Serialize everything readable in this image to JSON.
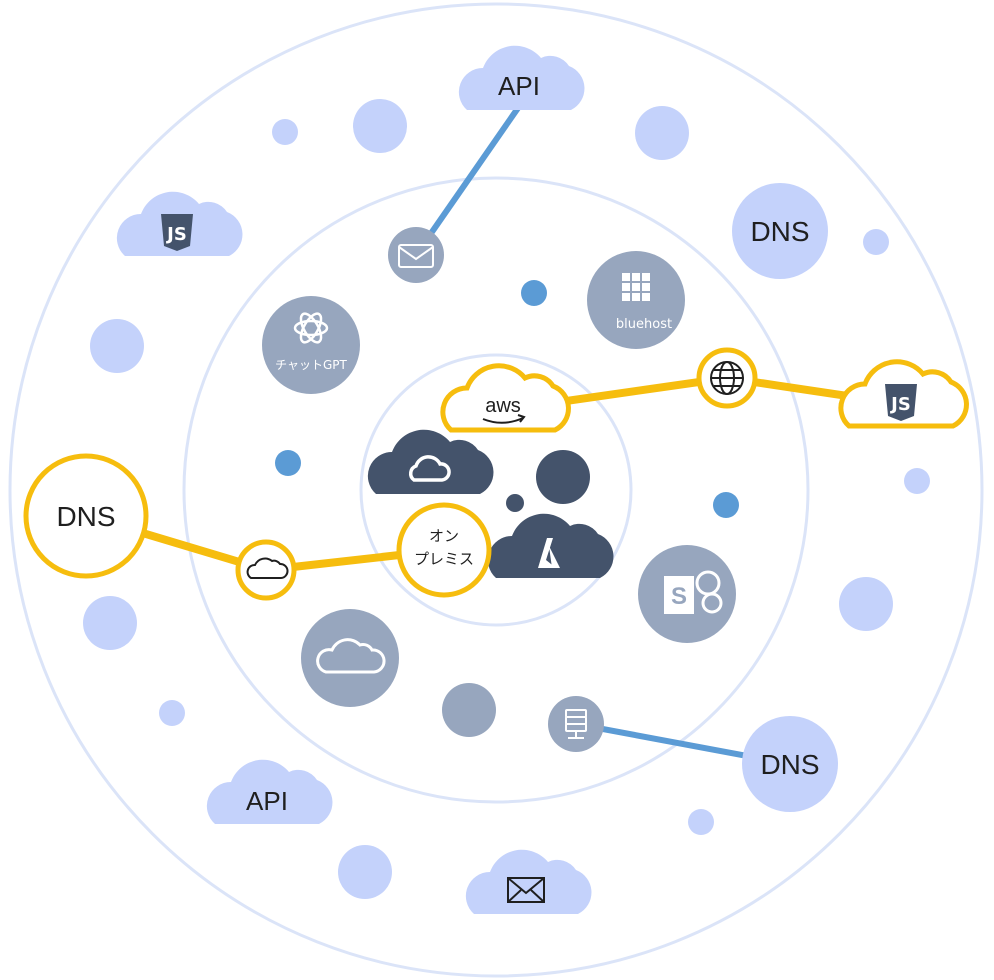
{
  "colors": {
    "ring": "#dbe4f8",
    "light_node": "#c4d2fb",
    "mid_node": "#97a6be",
    "dark_node": "#44536b",
    "accent_blue": "#5b9bd5",
    "highlight": "#f6bd0e"
  },
  "labels": {
    "api_top": "API",
    "api_bottom": "API",
    "dns_right_top": "DNS",
    "dns_left_highlight": "DNS",
    "dns_right_bottom": "DNS",
    "aws": "aws",
    "chatgpt": "チャットGPT",
    "bluehost": "bluehost",
    "onprem_line1": "オン",
    "onprem_line2": "プレミス",
    "js_left": "JS",
    "js_right": "JS"
  },
  "icons": [
    "cloud-icon",
    "envelope-icon",
    "globe-icon",
    "database-icon",
    "javascript-icon",
    "openai-icon",
    "bluehost-grid-icon",
    "sharepoint-icon",
    "google-cloud-icon",
    "azure-icon",
    "aws-logo-icon"
  ]
}
